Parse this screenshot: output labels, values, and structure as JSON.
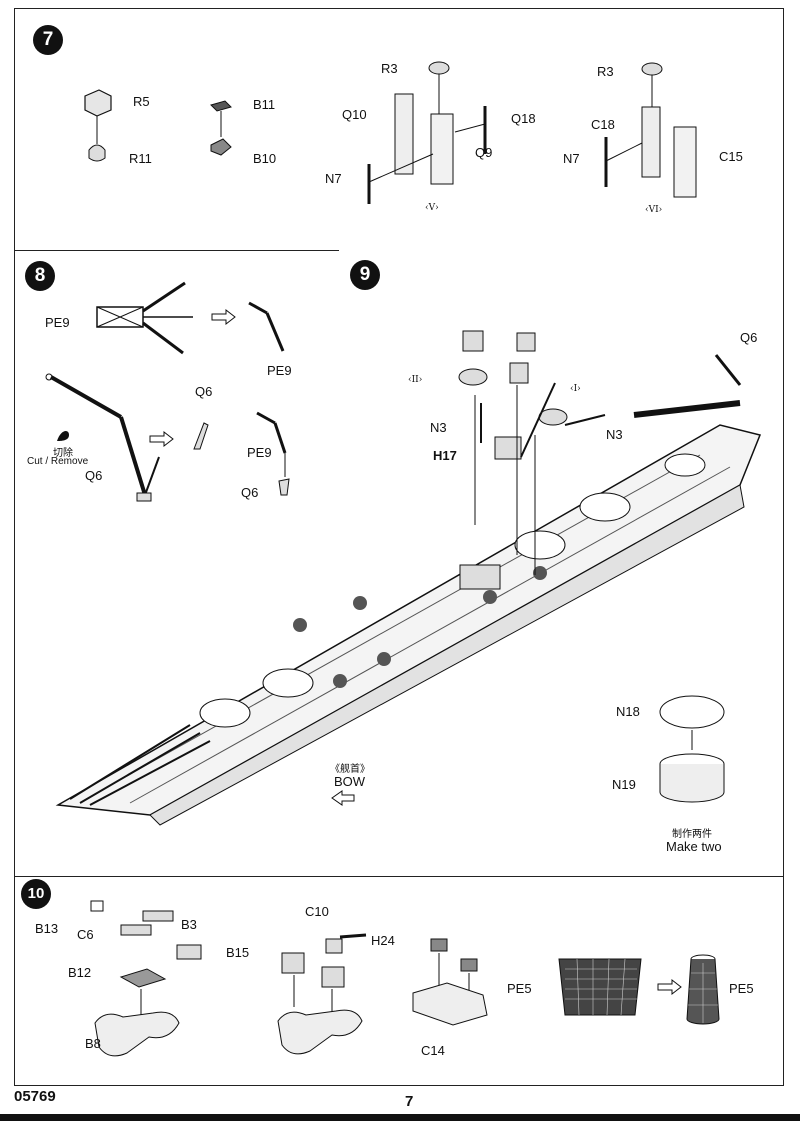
{
  "footer": {
    "code": "05769",
    "page": "7"
  },
  "step7": {
    "number": "7",
    "labels": {
      "R5": "R5",
      "R11": "R11",
      "B11": "B11",
      "B10": "B10",
      "R3a": "R3",
      "Q10": "Q10",
      "Q18": "Q18",
      "Q9": "Q9",
      "N7a": "N7",
      "roman_v": "‹V›",
      "R3b": "R3",
      "C18": "C18",
      "N7b": "N7",
      "C15": "C15",
      "roman_vi": "‹VI›"
    }
  },
  "step8": {
    "number": "8",
    "labels": {
      "PE9a": "PE9",
      "PE9b": "PE9",
      "Q6a": "Q6",
      "cut_cn": "切除",
      "cut_en": "Cut / Remove",
      "Q6b": "Q6",
      "PE9c": "PE9",
      "Q6c": "Q6"
    }
  },
  "step9": {
    "number": "9",
    "labels": {
      "Q6": "Q6",
      "roman_ii": "‹II›",
      "roman_i": "‹I›",
      "N3a": "N3",
      "N3b": "N3",
      "H17": "H17",
      "bow_cn": "《舰首》",
      "bow_en": "BOW",
      "N18": "N18",
      "N19": "N19",
      "make_two_cn": "制作两件",
      "make_two_en": "Make two"
    }
  },
  "step10": {
    "number": "10",
    "labels": {
      "B13": "B13",
      "C6": "C6",
      "B3": "B3",
      "B15": "B15",
      "B12": "B12",
      "B8": "B8",
      "C10": "C10",
      "H24": "H24",
      "C14": "C14",
      "PE5a": "PE5",
      "PE5b": "PE5"
    }
  }
}
